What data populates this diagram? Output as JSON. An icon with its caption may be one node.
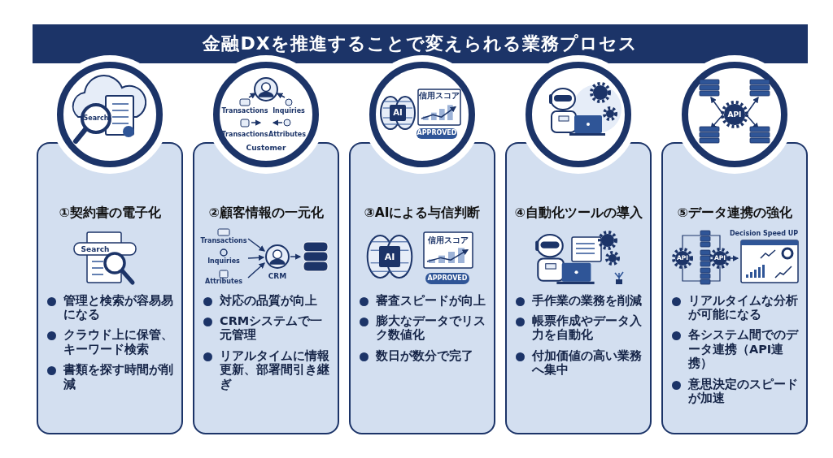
{
  "diagram": {
    "title": "金融DXを推進することで変えられる業務プロセス",
    "nodes": [
      {
        "text": [
          "①契約書の電子化",
          "管理と検索が容易易になる",
          "クラウド上に保管、キーワード検索",
          "書類を探す時間が削減"
        ]
      },
      {
        "text": [
          "②顧客情報の一元化",
          "対応の品質が向上",
          "CRMシステムで一元管理",
          "リアルタイムに情報更新、部署間引き継ぎ"
        ]
      },
      {
        "text": [
          "③AIによる与信判断",
          "審査スピードが向上",
          "膨大なデータでリスク数値化",
          "数日が数分で完了"
        ]
      },
      {
        "text": [
          "④自動化ツールの導入",
          "手作業の業務を削減",
          "帳票作成やデータ入力を自動化",
          "付加価値の高い業務へ集中"
        ]
      },
      {
        "text": [
          "⑤データ連携の強化",
          "リアルタイムな分析が可能になる",
          "各システム間でのデータ連携（API連携）",
          "意思決定のスピードが加速"
        ]
      }
    ],
    "labels": [
      "Search",
      "Transactions",
      "Inquiries",
      "Transactions",
      "Attributes",
      "Customer",
      "AI",
      "信用スコア",
      "APPROVED",
      "API",
      "Search",
      "Transactions",
      "Inquiries",
      "Attributes",
      "CRM",
      "AI",
      "信用スコア",
      "APPROVED",
      "Decision Speed UP",
      "API",
      "API"
    ]
  }
}
